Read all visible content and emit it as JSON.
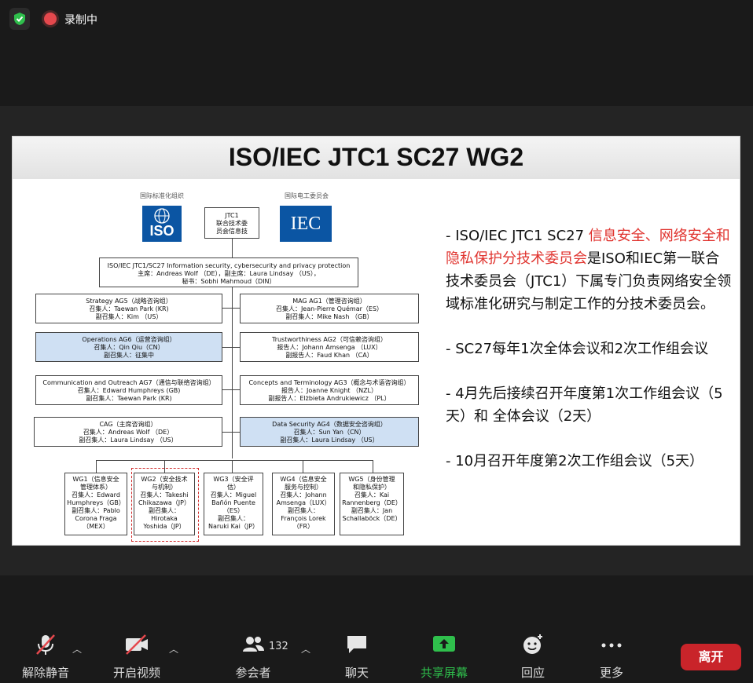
{
  "topbar": {
    "recording_label": "录制中"
  },
  "slide": {
    "title": "ISO/IEC JTC1 SC27 WG2",
    "iso_label": "国际标准化组织",
    "iec_label": "国际电工委员会",
    "iso_logo_text": "ISO",
    "iec_logo_text": "IEC",
    "jtc1": [
      "JTC1",
      "联合技术委",
      "员会信息技"
    ],
    "sc27": [
      "ISO/IEC JTC1/SC27 Information security, cybersecurity and privacy protection",
      "主席：Andreas Wolf （DE），副主席：Laura Lindsay （US），",
      "秘书：Sobhi Mahmoud（DIN）"
    ],
    "left_groups": [
      {
        "lines": [
          "Strategy AG5（战略咨询组）",
          "召集人：Taewan Park (KR)",
          "副召集人：Kim （US）"
        ],
        "blue": false
      },
      {
        "lines": [
          "Operations AG6（运营咨询组）",
          "召集人：Qin Qiu（CN）",
          "副召集人：征集中"
        ],
        "blue": true
      },
      {
        "lines": [
          "Communication and Outreach AG7（通信与联络咨询组）",
          "召集人：Edward Humphreys (GB)",
          "副召集人：Taewan Park (KR)"
        ],
        "blue": false
      },
      {
        "lines": [
          "CAG（主席咨询组）",
          "召集人：Andreas Wolf （DE）",
          "副召集人：Laura Lindsay （US）"
        ],
        "blue": false
      }
    ],
    "right_groups": [
      {
        "lines": [
          "MAG AG1（管理咨询组）",
          "召集人：Jean-Pierre Quémar（ES）",
          "副召集人：Mike Nash （GB）"
        ],
        "blue": false
      },
      {
        "lines": [
          "Trustworthiness AG2（可信赖咨询组）",
          "报告人：Johann Amsenga （LUX）",
          "副报告人：Faud Khan （CA）"
        ],
        "blue": false
      },
      {
        "lines": [
          "Concepts and Terminology AG3（概念与术语咨询组）",
          "报告人：Joanne Knight （NZL）",
          "副报告人：Elżbieta Andrukiewicz （PL）"
        ],
        "blue": false
      },
      {
        "lines": [
          "Data Security AG4（数据安全咨询组）",
          "召集人：Sun Yan（CN）",
          "副召集人：Laura Lindsay （US）"
        ],
        "blue": true
      }
    ],
    "wgs": [
      {
        "lines": [
          "WG1（信息安全",
          "管理体系）",
          "召集人：Edward",
          "Humphreys（GB）",
          "副召集人：Pablo",
          "Corona Fraga",
          "（MEX）"
        ]
      },
      {
        "lines": [
          "WG2（安全技术",
          "与机制）",
          "召集人：Takeshi",
          "Chikazawa（JP）",
          "副召集人：",
          "Hirotaka",
          "Yoshida（JP）"
        ]
      },
      {
        "lines": [
          "WG3（安全评",
          "估）",
          "召集人：Miguel",
          "Bañón Puente",
          "（ES）",
          "副召集人：",
          "Naruki Kai（JP）"
        ]
      },
      {
        "lines": [
          "WG4（信息安全",
          "服务与控制）",
          "召集人：Johann",
          "Amsenga（LUX）",
          "副召集人：",
          "François Lorek",
          "（FR）"
        ]
      },
      {
        "lines": [
          "WG5（身份管理",
          "和隐私保护）",
          "召集人：Kai",
          "Rannenberg（DE）",
          "副召集人：Jan",
          "Schallaböck（DE）"
        ]
      }
    ],
    "desc": {
      "p1_prefix": "- ISO/IEC JTC1 SC27 ",
      "p1_red": "信息安全、网络安全和隐私保护分技术委员会",
      "p1_suffix": "是ISO和IEC第一联合技术委员会（JTC1）下属专门负责网络安全领域标准化研究与制定工作的分技术委员会。",
      "p2": "- SC27每年1次全体会议和2次工作组会议",
      "p3": "- 4月先后接续召开年度第1次工作组会议（5天）和 全体会议（2天）",
      "p4": "- 10月召开年度第2次工作组会议（5天）"
    }
  },
  "toolbar": {
    "unmute": "解除静音",
    "start_video": "开启视频",
    "participants": "参会者",
    "participants_count": "132",
    "chat": "聊天",
    "share": "共享屏幕",
    "reactions": "回应",
    "more": "更多",
    "leave": "离开"
  },
  "colors": {
    "accent_green": "#2fbf4c",
    "leave_red": "#c9242a",
    "highlight_red": "#e0342f",
    "logo_blue": "#0b55a3"
  }
}
